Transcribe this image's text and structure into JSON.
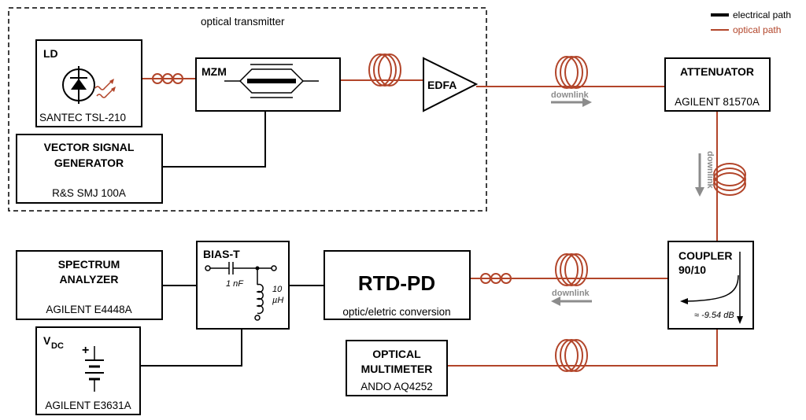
{
  "legend": {
    "electrical": "electrical path",
    "optical": "optical path"
  },
  "colors": {
    "optical": "#b2452a",
    "electrical": "#000000",
    "downlink_arrow": "#8c8c8c"
  },
  "transmitter": {
    "label": "optical transmitter"
  },
  "ld": {
    "title": "LD",
    "model": "SANTEC TSL-210"
  },
  "vsg": {
    "title_line1": "VECTOR SIGNAL",
    "title_line2": "GENERATOR",
    "model": "R&S SMJ 100A"
  },
  "mzm": {
    "title": "MZM"
  },
  "edfa": {
    "title": "EDFA"
  },
  "attenuator": {
    "title": "ATTENUATOR",
    "model": "AGILENT 81570A"
  },
  "coupler": {
    "title_line1": "COUPLER",
    "title_line2": "90/10",
    "loss": "≈ -9.54 dB"
  },
  "rtdpd": {
    "title": "RTD-PD",
    "subtitle": "optic/eletric conversion"
  },
  "biast": {
    "title": "BIAS-T",
    "cap": "1 nF",
    "ind_value": "10",
    "ind_unit": "µH"
  },
  "spectrum": {
    "title_line1": "SPECTRUM",
    "title_line2": "ANALYZER",
    "model": "AGILENT E4448A"
  },
  "vdc": {
    "title": "V",
    "sub": "DC",
    "model": "AGILENT E3631A"
  },
  "multimeter": {
    "title_line1": "OPTICAL",
    "title_line2": "MULTIMETER",
    "model": "ANDO AQ4252"
  },
  "downlink": {
    "top": "downlink",
    "right": "downlink",
    "bottom": "downlink"
  }
}
